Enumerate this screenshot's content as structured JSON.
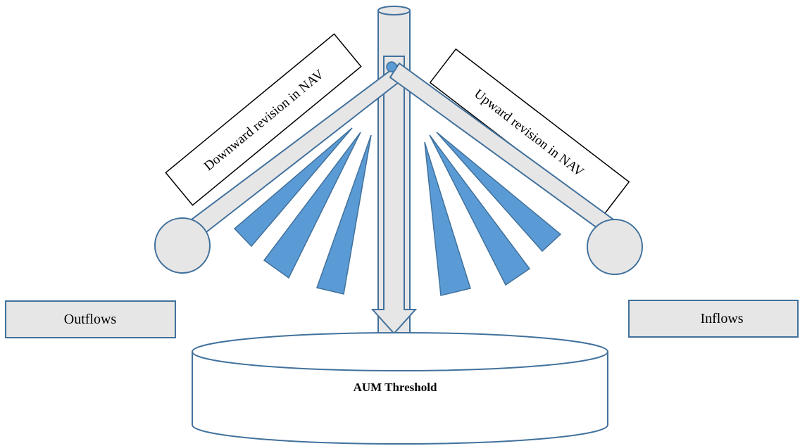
{
  "labels": {
    "downward": "Downward revision in NAV",
    "upward": "Upward revision in NAV",
    "outflows": "Outflows",
    "inflows": "Inflows",
    "threshold": "AUM Threshold"
  },
  "colors": {
    "outline": "#41719c",
    "light_fill": "#e7e6e6",
    "wedge_fill": "#5b9bd5",
    "box_stroke": "#000000"
  }
}
